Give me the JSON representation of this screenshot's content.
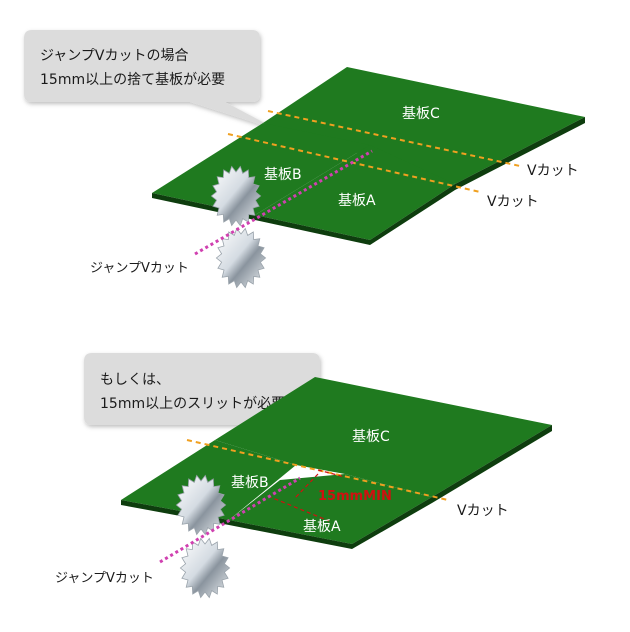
{
  "colors": {
    "board_top": "#1f7a1f",
    "board_edge": "#0e3d0e",
    "cut_line": "#f0a020",
    "jump_line": "#d040b0",
    "callout_bg": "#dcdcdc",
    "min_line": "#d01010"
  },
  "icons": [
    "saw-blade-icon"
  ],
  "top_diagram": {
    "callout": {
      "line1": "ジャンプVカットの場合",
      "line2": "15mm以上の捨て基板が必要"
    },
    "boards": {
      "a": "基板A",
      "b": "基板B",
      "c": "基板C"
    },
    "cut_label_upper": "Vカット",
    "cut_label_lower": "Vカット",
    "jump_label": "ジャンプVカット"
  },
  "bottom_diagram": {
    "callout": {
      "line1": "もしくは、",
      "line2": "15mm以上のスリットが必要"
    },
    "boards": {
      "a": "基板A",
      "b": "基板B",
      "c": "基板C"
    },
    "cut_label": "Vカット",
    "min_label": "15mmMIN",
    "jump_label": "ジャンプVカット"
  }
}
